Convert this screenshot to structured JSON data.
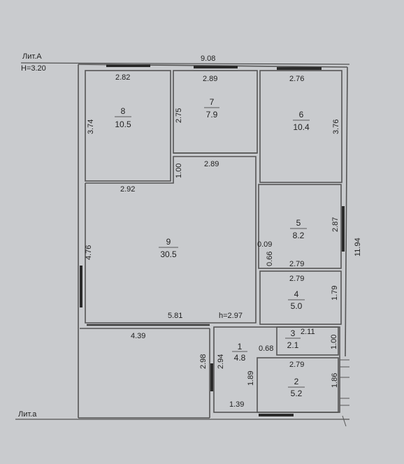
{
  "header": {
    "lit_upper": "Лит.А",
    "height_upper": "H=3.20",
    "lit_lower": "Лит.а"
  },
  "rooms": [
    {
      "number": "8",
      "area": "10.5"
    },
    {
      "number": "7",
      "area": "7.9"
    },
    {
      "number": "6",
      "area": "10.4"
    },
    {
      "number": "5",
      "area": "8.2"
    },
    {
      "number": "9",
      "area": "30.5"
    },
    {
      "number": "4",
      "area": "5.0"
    },
    {
      "number": "3",
      "area": "2.1"
    },
    {
      "number": "1",
      "area": "4.8"
    },
    {
      "number": "2",
      "area": "5.2"
    }
  ],
  "dimensions": {
    "overall_width": "9.08",
    "overall_depth": "11.94",
    "room8_width": "2.82",
    "room8_height": "3.74",
    "room8_bottom": "2.92",
    "room7_width": "2.89",
    "room7_height": "2.75",
    "room7_bottom": "2.89",
    "room6_width": "2.76",
    "room6_height": "3.76",
    "corridor_height": "1.00",
    "room9_height": "4.76",
    "room9_bottom": "5.81",
    "room9_ceiling": "h=2.97",
    "room5_height": "2.87",
    "room5_bottom": "2.79",
    "wall_offset": "0.09",
    "wall_offset2": "0.66",
    "room4_top": "2.79",
    "room4_height": "1.79",
    "room3_width": "2.11",
    "room3_height": "1.00",
    "room1_width": "0.68",
    "room1_height": "2.94",
    "room1_depth": "1.89",
    "room1_bottom": "1.39",
    "porch_width": "4.39",
    "porch_height": "2.98",
    "room2_top": "2.79",
    "room2_height": "1.86"
  },
  "colors": {
    "paper": "#c9cbce",
    "wall": "#4a4a4a",
    "line": "#333333"
  }
}
